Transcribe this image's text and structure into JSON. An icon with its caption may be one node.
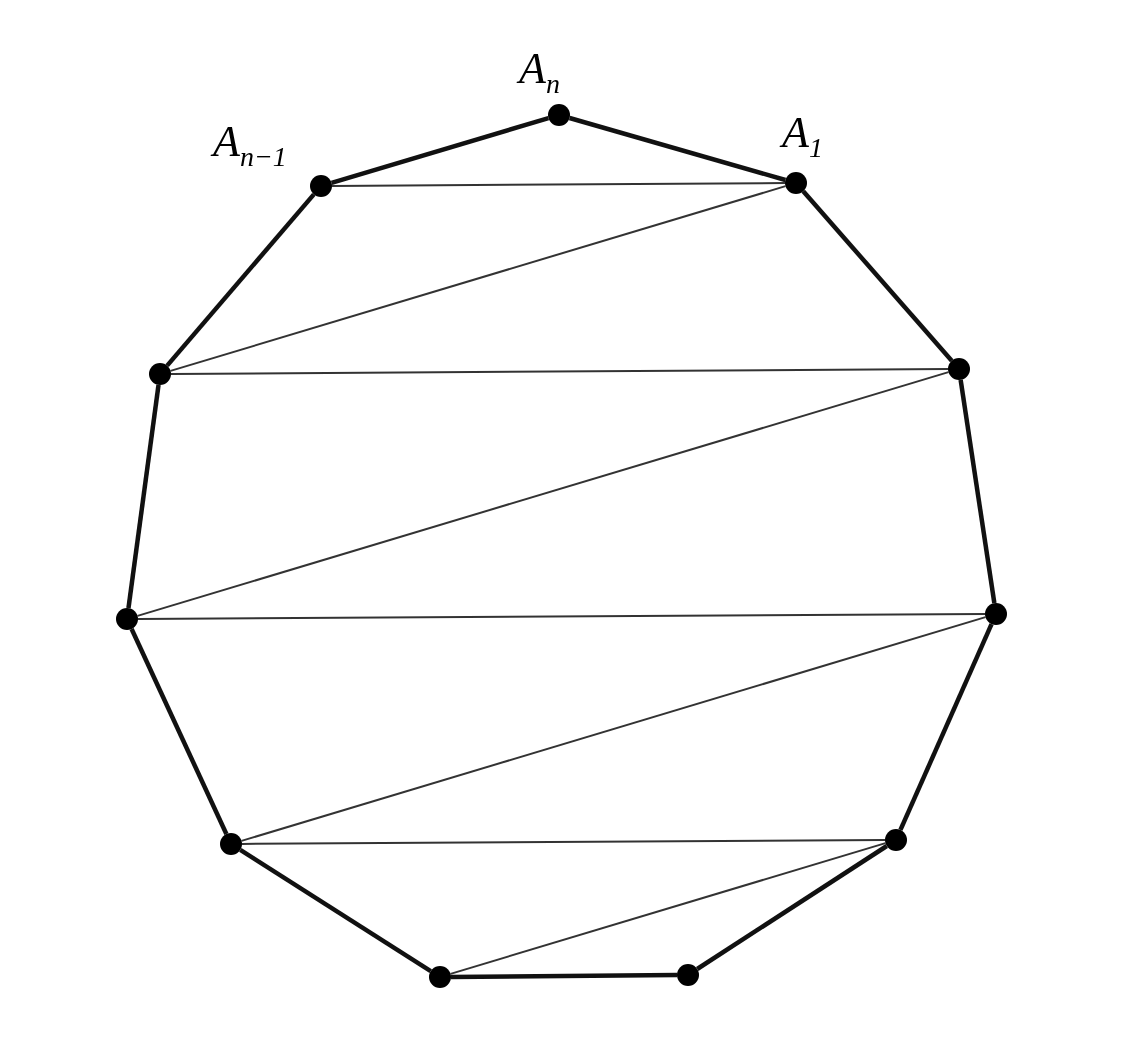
{
  "diagram": {
    "nodes": [
      {
        "text": [],
        "shape": "circle",
        "beside": [
          "*A*$_{n}$"
        ]
      },
      {
        "text": [],
        "shape": "circle",
        "beside": [
          "*A*$_{n−1}$"
        ]
      },
      {
        "text": [],
        "shape": "circle",
        "beside": [
          "*A*$_{1}$"
        ]
      },
      {
        "text": [],
        "shape": "circle"
      },
      {
        "text": [],
        "shape": "circle"
      },
      {
        "text": [],
        "shape": "circle"
      },
      {
        "text": [],
        "shape": "circle"
      },
      {
        "text": [],
        "shape": "circle"
      },
      {
        "text": [],
        "shape": "circle"
      },
      {
        "text": [],
        "shape": "circle"
      },
      {
        "text": [],
        "shape": "circle"
      }
    ],
    "edges": [
      {
        "from": 0,
        "to": 2,
        "arrow": "none"
      },
      {
        "from": 2,
        "to": 4,
        "arrow": "none"
      },
      {
        "from": 4,
        "to": 6,
        "arrow": "none"
      },
      {
        "from": 6,
        "to": 7,
        "arrow": "none"
      },
      {
        "from": 7,
        "to": 9,
        "arrow": "none"
      },
      {
        "from": 9,
        "to": 10,
        "arrow": "none"
      },
      {
        "from": 10,
        "to": 8,
        "arrow": "none"
      },
      {
        "from": 8,
        "to": 5,
        "arrow": "none"
      },
      {
        "from": 5,
        "to": 3,
        "arrow": "none"
      },
      {
        "from": 3,
        "to": 1,
        "arrow": "none"
      },
      {
        "from": 1,
        "to": 0,
        "arrow": "none"
      },
      {
        "from": 1,
        "to": 2,
        "arrow": "none",
        "color": "#333333"
      },
      {
        "from": 2,
        "to": 3,
        "arrow": "none",
        "color": "#333333"
      },
      {
        "from": 3,
        "to": 4,
        "arrow": "none",
        "color": "#333333"
      },
      {
        "from": 4,
        "to": 5,
        "arrow": "none",
        "color": "#333333"
      },
      {
        "from": 5,
        "to": 6,
        "arrow": "none",
        "color": "#333333"
      },
      {
        "from": 6,
        "to": 8,
        "arrow": "none",
        "color": "#333333"
      },
      {
        "from": 8,
        "to": 7,
        "arrow": "none",
        "color": "#333333"
      },
      {
        "from": 7,
        "to": 10,
        "arrow": "none",
        "color": "#333333"
      }
    ]
  }
}
